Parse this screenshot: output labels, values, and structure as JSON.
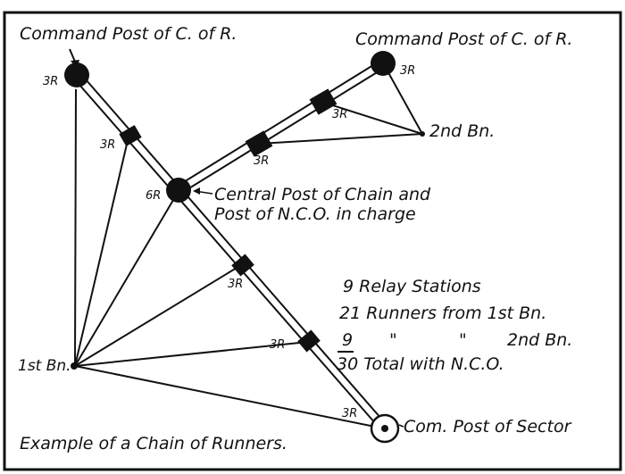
{
  "colors": {
    "ink": "#111111",
    "paper": "#ffffff"
  },
  "labels": {
    "cmd_post_1": "Command Post of C. of R.",
    "cmd_post_2": "Command Post of C. of R.",
    "second_bn": "2nd Bn.",
    "first_bn": "1st Bn.",
    "central_post_line1": "Central Post of Chain and",
    "central_post_line2": "Post of N.C.O. in charge",
    "com_post_sector": "Com. Post of Sector",
    "caption": "Example of a Chain of Runners."
  },
  "runner_marks": {
    "cmd1": "3R",
    "cmd2": "3R",
    "central": "6R",
    "r_upper_left": "3R",
    "r_right_1": "3R",
    "r_right_2": "3R",
    "r_diag_1": "3R",
    "r_diag_2": "3R",
    "r_sector": "3R"
  },
  "summary": {
    "line1": "9 Relay Stations",
    "line2": "21 Runners from 1st Bn.",
    "line3_num": "9",
    "line3_ditto1": "\"",
    "line3_ditto2": "\"",
    "line3_tail": "2nd Bn.",
    "line4": "30  Total with N.C.O."
  }
}
